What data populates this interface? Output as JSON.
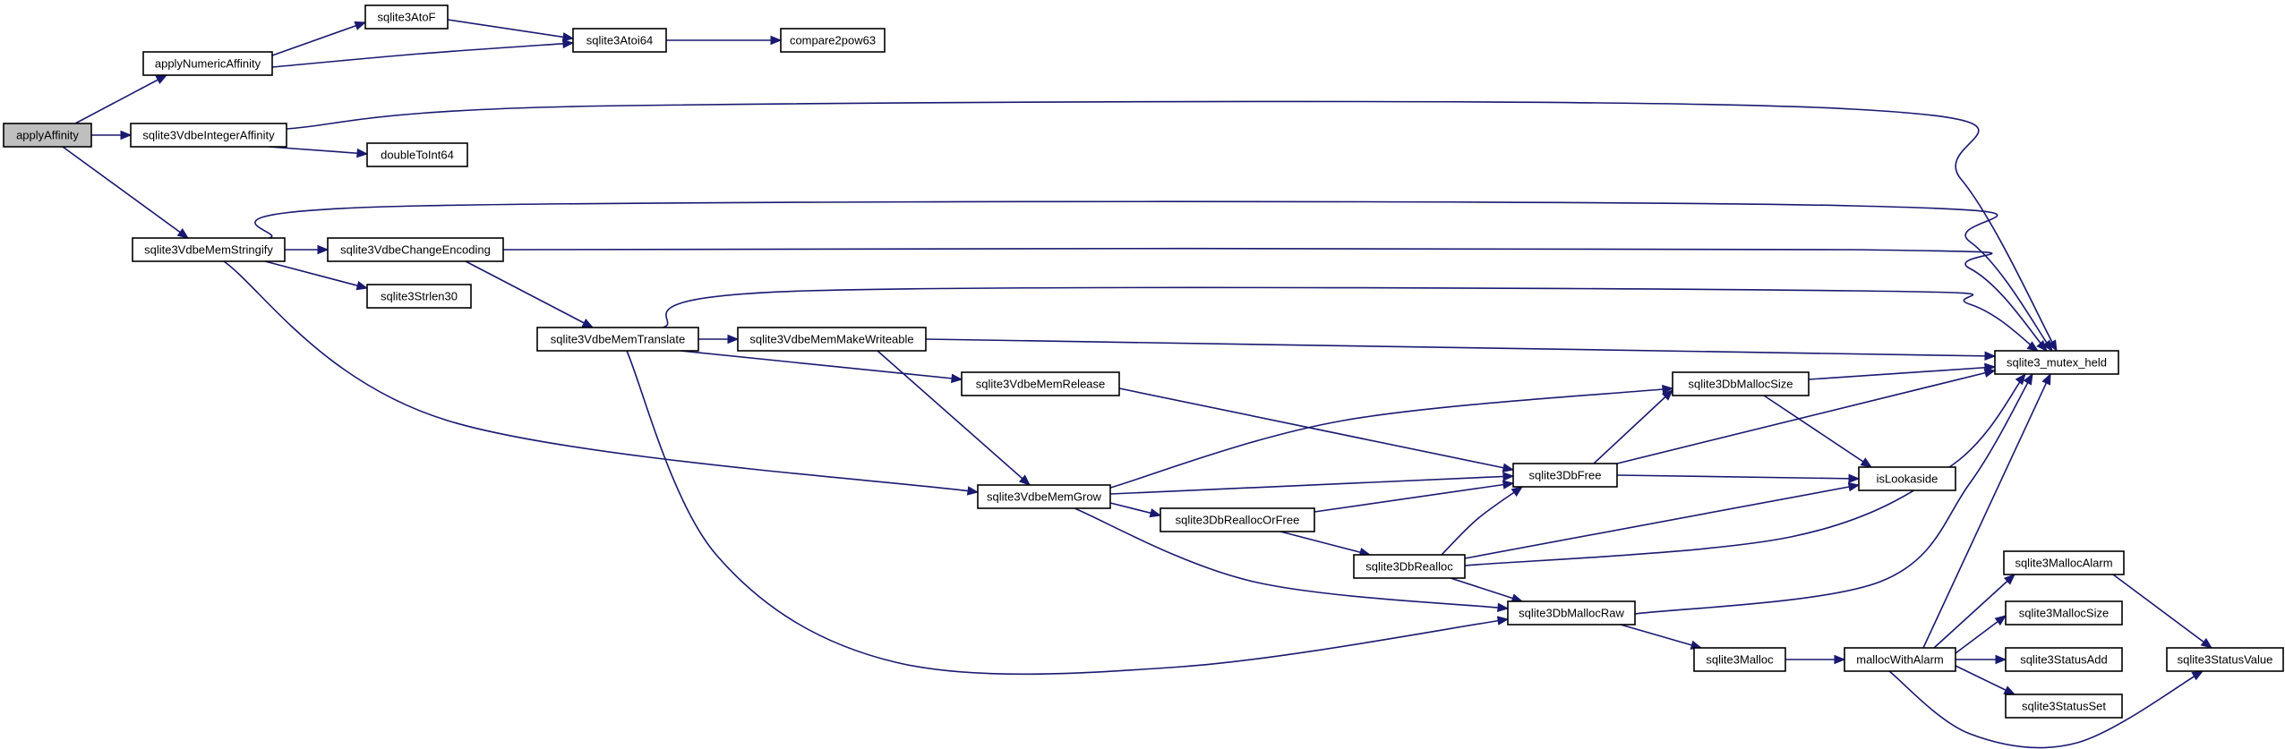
{
  "graph": {
    "type": "call-graph",
    "colors": {
      "edge": "#191970",
      "node_fill": "#ffffff",
      "root_fill": "#bfbfbf",
      "node_border": "#000000"
    },
    "nodes": [
      {
        "id": "applyAffinity",
        "label": "applyAffinity",
        "root": true
      },
      {
        "id": "applyNumericAffinity",
        "label": "applyNumericAffinity"
      },
      {
        "id": "sqlite3VdbeIntegerAffinity",
        "label": "sqlite3VdbeIntegerAffinity"
      },
      {
        "id": "sqlite3VdbeMemStringify",
        "label": "sqlite3VdbeMemStringify"
      },
      {
        "id": "sqlite3AtoF",
        "label": "sqlite3AtoF"
      },
      {
        "id": "sqlite3Atoi64",
        "label": "sqlite3Atoi64"
      },
      {
        "id": "compare2pow63",
        "label": "compare2pow63"
      },
      {
        "id": "doubleToInt64",
        "label": "doubleToInt64"
      },
      {
        "id": "sqlite3VdbeChangeEncoding",
        "label": "sqlite3VdbeChangeEncoding"
      },
      {
        "id": "sqlite3Strlen30",
        "label": "sqlite3Strlen30"
      },
      {
        "id": "sqlite3VdbeMemTranslate",
        "label": "sqlite3VdbeMemTranslate"
      },
      {
        "id": "sqlite3VdbeMemMakeWriteable",
        "label": "sqlite3VdbeMemMakeWriteable"
      },
      {
        "id": "sqlite3VdbeMemRelease",
        "label": "sqlite3VdbeMemRelease"
      },
      {
        "id": "sqlite3VdbeMemGrow",
        "label": "sqlite3VdbeMemGrow"
      },
      {
        "id": "sqlite3DbReallocOrFree",
        "label": "sqlite3DbReallocOrFree"
      },
      {
        "id": "sqlite3DbMallocSize",
        "label": "sqlite3DbMallocSize"
      },
      {
        "id": "sqlite3DbFree",
        "label": "sqlite3DbFree"
      },
      {
        "id": "sqlite3DbRealloc",
        "label": "sqlite3DbRealloc"
      },
      {
        "id": "sqlite3DbMallocRaw",
        "label": "sqlite3DbMallocRaw"
      },
      {
        "id": "sqlite3Malloc",
        "label": "sqlite3Malloc"
      },
      {
        "id": "mallocWithAlarm",
        "label": "mallocWithAlarm"
      },
      {
        "id": "sqlite3_mutex_held",
        "label": "sqlite3_mutex_held"
      },
      {
        "id": "isLookaside",
        "label": "isLookaside"
      },
      {
        "id": "sqlite3MallocAlarm",
        "label": "sqlite3MallocAlarm"
      },
      {
        "id": "sqlite3MallocSize",
        "label": "sqlite3MallocSize"
      },
      {
        "id": "sqlite3StatusAdd",
        "label": "sqlite3StatusAdd"
      },
      {
        "id": "sqlite3StatusSet",
        "label": "sqlite3StatusSet"
      },
      {
        "id": "sqlite3StatusValue",
        "label": "sqlite3StatusValue"
      }
    ],
    "edges": [
      {
        "from": "applyAffinity",
        "to": "applyNumericAffinity"
      },
      {
        "from": "applyAffinity",
        "to": "sqlite3VdbeIntegerAffinity"
      },
      {
        "from": "applyAffinity",
        "to": "sqlite3VdbeMemStringify"
      },
      {
        "from": "applyNumericAffinity",
        "to": "sqlite3AtoF"
      },
      {
        "from": "applyNumericAffinity",
        "to": "sqlite3Atoi64"
      },
      {
        "from": "sqlite3AtoF",
        "to": "sqlite3Atoi64"
      },
      {
        "from": "sqlite3Atoi64",
        "to": "compare2pow63"
      },
      {
        "from": "sqlite3VdbeIntegerAffinity",
        "to": "doubleToInt64"
      },
      {
        "from": "sqlite3VdbeIntegerAffinity",
        "to": "sqlite3_mutex_held"
      },
      {
        "from": "sqlite3VdbeMemStringify",
        "to": "sqlite3VdbeChangeEncoding"
      },
      {
        "from": "sqlite3VdbeMemStringify",
        "to": "sqlite3Strlen30"
      },
      {
        "from": "sqlite3VdbeMemStringify",
        "to": "sqlite3_mutex_held"
      },
      {
        "from": "sqlite3VdbeMemStringify",
        "to": "sqlite3VdbeMemGrow"
      },
      {
        "from": "sqlite3VdbeChangeEncoding",
        "to": "sqlite3VdbeMemTranslate"
      },
      {
        "from": "sqlite3VdbeChangeEncoding",
        "to": "sqlite3_mutex_held"
      },
      {
        "from": "sqlite3VdbeMemTranslate",
        "to": "sqlite3VdbeMemMakeWriteable"
      },
      {
        "from": "sqlite3VdbeMemTranslate",
        "to": "sqlite3_mutex_held"
      },
      {
        "from": "sqlite3VdbeMemTranslate",
        "to": "sqlite3VdbeMemRelease"
      },
      {
        "from": "sqlite3VdbeMemTranslate",
        "to": "sqlite3DbMallocRaw"
      },
      {
        "from": "sqlite3VdbeMemMakeWriteable",
        "to": "sqlite3_mutex_held"
      },
      {
        "from": "sqlite3VdbeMemMakeWriteable",
        "to": "sqlite3VdbeMemGrow"
      },
      {
        "from": "sqlite3VdbeMemRelease",
        "to": "sqlite3DbFree"
      },
      {
        "from": "sqlite3VdbeMemGrow",
        "to": "sqlite3DbMallocSize"
      },
      {
        "from": "sqlite3VdbeMemGrow",
        "to": "sqlite3DbFree"
      },
      {
        "from": "sqlite3VdbeMemGrow",
        "to": "sqlite3DbReallocOrFree"
      },
      {
        "from": "sqlite3VdbeMemGrow",
        "to": "sqlite3DbMallocRaw"
      },
      {
        "from": "sqlite3DbReallocOrFree",
        "to": "sqlite3DbFree"
      },
      {
        "from": "sqlite3DbReallocOrFree",
        "to": "sqlite3DbRealloc"
      },
      {
        "from": "sqlite3DbMallocSize",
        "to": "sqlite3_mutex_held"
      },
      {
        "from": "sqlite3DbMallocSize",
        "to": "isLookaside"
      },
      {
        "from": "sqlite3DbFree",
        "to": "sqlite3DbMallocSize"
      },
      {
        "from": "sqlite3DbFree",
        "to": "sqlite3_mutex_held"
      },
      {
        "from": "sqlite3DbFree",
        "to": "isLookaside"
      },
      {
        "from": "sqlite3DbRealloc",
        "to": "sqlite3DbFree"
      },
      {
        "from": "sqlite3DbRealloc",
        "to": "isLookaside"
      },
      {
        "from": "sqlite3DbRealloc",
        "to": "sqlite3_mutex_held"
      },
      {
        "from": "sqlite3DbRealloc",
        "to": "sqlite3DbMallocRaw"
      },
      {
        "from": "sqlite3DbMallocRaw",
        "to": "sqlite3_mutex_held"
      },
      {
        "from": "sqlite3DbMallocRaw",
        "to": "sqlite3Malloc"
      },
      {
        "from": "sqlite3Malloc",
        "to": "mallocWithAlarm"
      },
      {
        "from": "mallocWithAlarm",
        "to": "sqlite3_mutex_held"
      },
      {
        "from": "mallocWithAlarm",
        "to": "sqlite3MallocAlarm"
      },
      {
        "from": "mallocWithAlarm",
        "to": "sqlite3MallocSize"
      },
      {
        "from": "mallocWithAlarm",
        "to": "sqlite3StatusAdd"
      },
      {
        "from": "mallocWithAlarm",
        "to": "sqlite3StatusSet"
      },
      {
        "from": "mallocWithAlarm",
        "to": "sqlite3StatusValue"
      },
      {
        "from": "sqlite3MallocAlarm",
        "to": "sqlite3StatusValue"
      }
    ]
  }
}
